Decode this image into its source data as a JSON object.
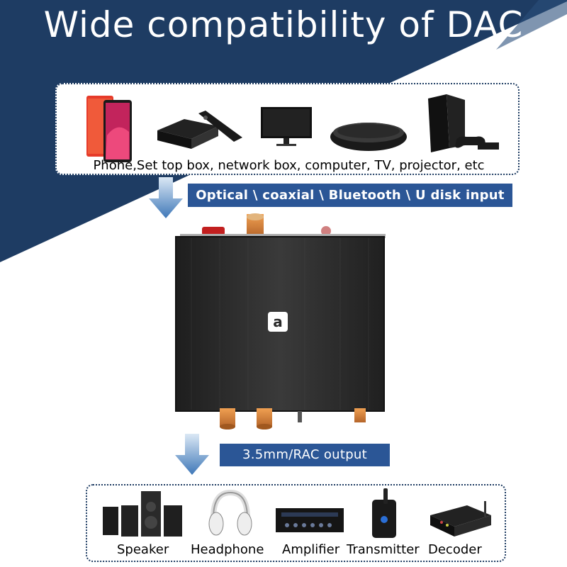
{
  "title": "Wide compatibility of DAC",
  "sources": {
    "caption": "Phone,Set top box, network box, computer, TV, projector, etc",
    "icons": [
      "phone-icon",
      "set-top-box-icon",
      "tv-icon",
      "network-box-icon",
      "game-console-icon"
    ]
  },
  "input_label": "Optical \\ coaxial \\ Bluetooth \\ U disk input",
  "output_label": "3.5mm/RAC output",
  "device": {
    "logo": "a"
  },
  "outputs": [
    {
      "label": "Speaker",
      "icon": "speaker-icon"
    },
    {
      "label": "Headphone",
      "icon": "headphone-icon"
    },
    {
      "label": "Amplifier",
      "icon": "amplifier-icon"
    },
    {
      "label": "Transmitter",
      "icon": "transmitter-icon"
    },
    {
      "label": "Decoder",
      "icon": "decoder-icon"
    }
  ],
  "colors": {
    "navy": "#1e3c63",
    "bar": "#2b5696",
    "arrow": "#3f78b8"
  }
}
